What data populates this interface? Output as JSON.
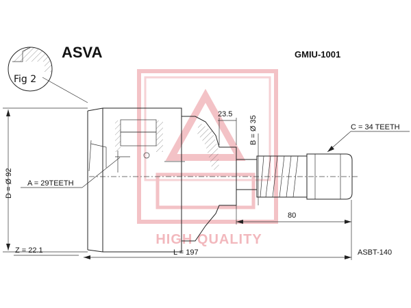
{
  "header": {
    "brand": "ASVA",
    "part_number": "GMIU-1001",
    "fig_label": "Fig 2"
  },
  "dimensions": {
    "d": "D = Ø 92",
    "a": "A = 29TEETH",
    "z": "Z = 22.1",
    "l": "L = 197",
    "width_235": "23.5",
    "b": "B = Ø 35",
    "c": "C = 34 TEETH",
    "len_80": "80",
    "reference": "ASBT-140"
  },
  "watermark": {
    "text": "HIGH QUALITY",
    "color": "#f3c2c6"
  }
}
